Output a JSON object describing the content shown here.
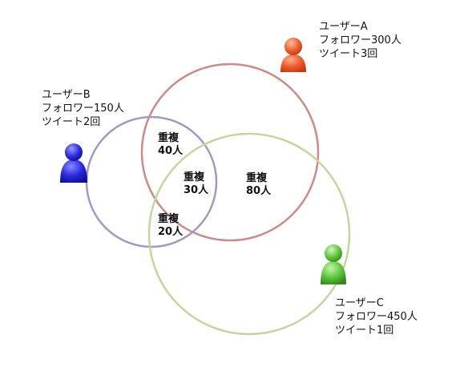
{
  "users": {
    "a": {
      "name": "ユーザーA",
      "followers": "フォロワー300人",
      "tweets": "ツイート3回",
      "icon": "person-icon",
      "color": "#e8502a",
      "circle_color": "#d08a86"
    },
    "b": {
      "name": "ユーザーB",
      "followers": "フォロワー150人",
      "tweets": "ツイート2回",
      "icon": "person-icon",
      "color": "#2626d8",
      "circle_color": "#a597c4"
    },
    "c": {
      "name": "ユーザーC",
      "followers": "フォロワー450人",
      "tweets": "ツイート1回",
      "icon": "person-icon",
      "color": "#5cc63a",
      "circle_color": "#c3d69c"
    }
  },
  "overlaps": {
    "ab": {
      "label": "重複",
      "value": "40人"
    },
    "abc": {
      "label": "重複",
      "value": "30人"
    },
    "ac": {
      "label": "重複",
      "value": "80人"
    },
    "bc": {
      "label": "重複",
      "value": "20人"
    }
  }
}
